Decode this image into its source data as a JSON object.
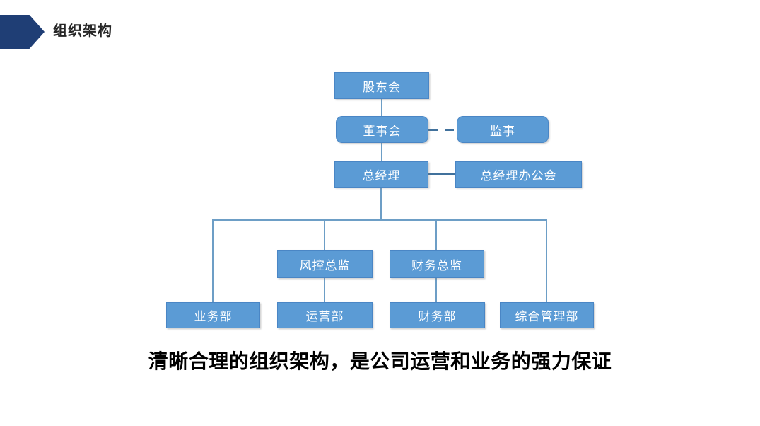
{
  "slide": {
    "title": "组织架构",
    "caption": "清晰合理的组织架构，是公司运营和业务的强力保证"
  },
  "org_chart": {
    "nodes": {
      "shareholders": {
        "label": "股东会",
        "shape": "rect"
      },
      "board": {
        "label": "董事会",
        "shape": "rounded"
      },
      "supervisor": {
        "label": "监事",
        "shape": "rounded"
      },
      "gm": {
        "label": "总经理",
        "shape": "rect"
      },
      "gm_office": {
        "label": "总经理办公会",
        "shape": "rect"
      },
      "risk_director": {
        "label": "风控总监",
        "shape": "rect"
      },
      "finance_director": {
        "label": "财务总监",
        "shape": "rect"
      },
      "business_dept": {
        "label": "业务部",
        "shape": "rect"
      },
      "operations_dept": {
        "label": "运营部",
        "shape": "rect"
      },
      "finance_dept": {
        "label": "财务部",
        "shape": "rect"
      },
      "general_admin_dept": {
        "label": "综合管理部",
        "shape": "rect"
      }
    },
    "edges": [
      {
        "from": "shareholders",
        "to": "board",
        "style": "thin-solid"
      },
      {
        "from": "board",
        "to": "supervisor",
        "style": "thick-dashed"
      },
      {
        "from": "board",
        "to": "gm",
        "style": "thin-solid"
      },
      {
        "from": "gm",
        "to": "gm_office",
        "style": "thick-solid"
      },
      {
        "from": "gm",
        "to": "business_dept",
        "style": "thin-solid"
      },
      {
        "from": "gm",
        "to": "risk_director",
        "style": "thin-solid"
      },
      {
        "from": "risk_director",
        "to": "operations_dept",
        "style": "thin-solid"
      },
      {
        "from": "gm",
        "to": "finance_director",
        "style": "thin-solid"
      },
      {
        "from": "finance_director",
        "to": "finance_dept",
        "style": "thin-solid"
      },
      {
        "from": "gm",
        "to": "general_admin_dept",
        "style": "thin-solid"
      }
    ]
  },
  "colors": {
    "node_fill": "#5b9bd5",
    "node_border": "#4a86c5",
    "node_text": "#ffffff",
    "connector_thin": "#6d9ec6",
    "connector_strong": "#41719c",
    "title_arrow": "#1f3e75",
    "title_text": "#262626",
    "caption_text": "#000000",
    "background": "#ffffff"
  }
}
